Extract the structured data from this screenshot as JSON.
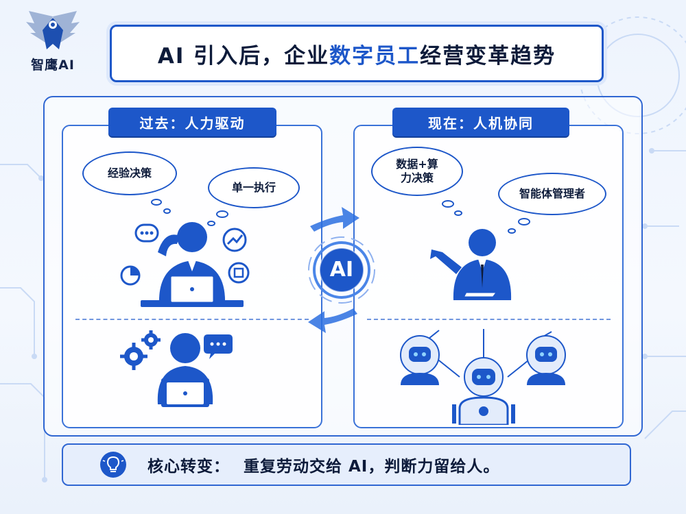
{
  "logo": {
    "text": "智鹰AI"
  },
  "title": {
    "prefix": "AI 引入后，企业",
    "highlight": "数字员工",
    "suffix": "经营变革趋势"
  },
  "left": {
    "label": "过去：人力驱动",
    "bubbles": [
      "经验决策",
      "单一执行"
    ]
  },
  "right": {
    "label": "现在：人机协同",
    "bubbles": [
      "数据+算\n力决策",
      "智能体管理者"
    ]
  },
  "center": {
    "badge": "AI"
  },
  "banner": {
    "label": "核心转变：",
    "text": "重复劳动交给 AI，判断力留给人。"
  },
  "colors": {
    "primary": "#1d57c9",
    "dark": "#0d1b3a",
    "light": "#e6eefc"
  }
}
